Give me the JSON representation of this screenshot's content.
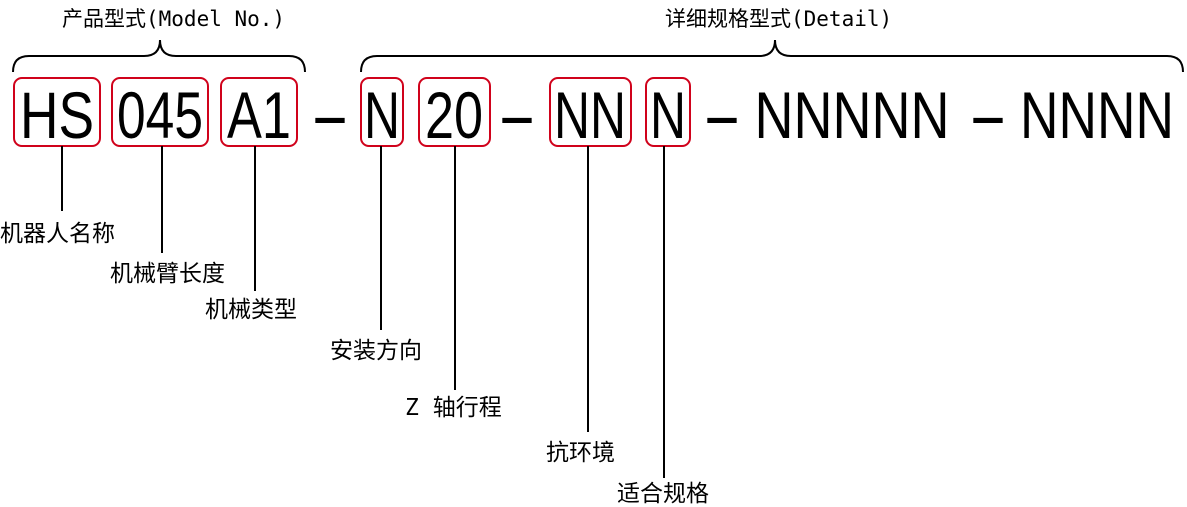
{
  "header": {
    "model_label": "产品型式(Model No.)",
    "detail_label": "详细规格型式(Detail)"
  },
  "model_number": {
    "segments": [
      "HS",
      "045",
      "A1",
      "-",
      "N",
      "20",
      "-",
      "NN",
      "N",
      "-",
      "NNNNN",
      "-",
      "NNNN"
    ]
  },
  "field_labels": [
    "机器人名称",
    "机械臂长度",
    "机械类型",
    "安装方向",
    "Z 轴行程",
    "抗环境",
    "适合规格"
  ],
  "colors": {
    "box_stroke": "#d0021b",
    "line": "#000000"
  }
}
